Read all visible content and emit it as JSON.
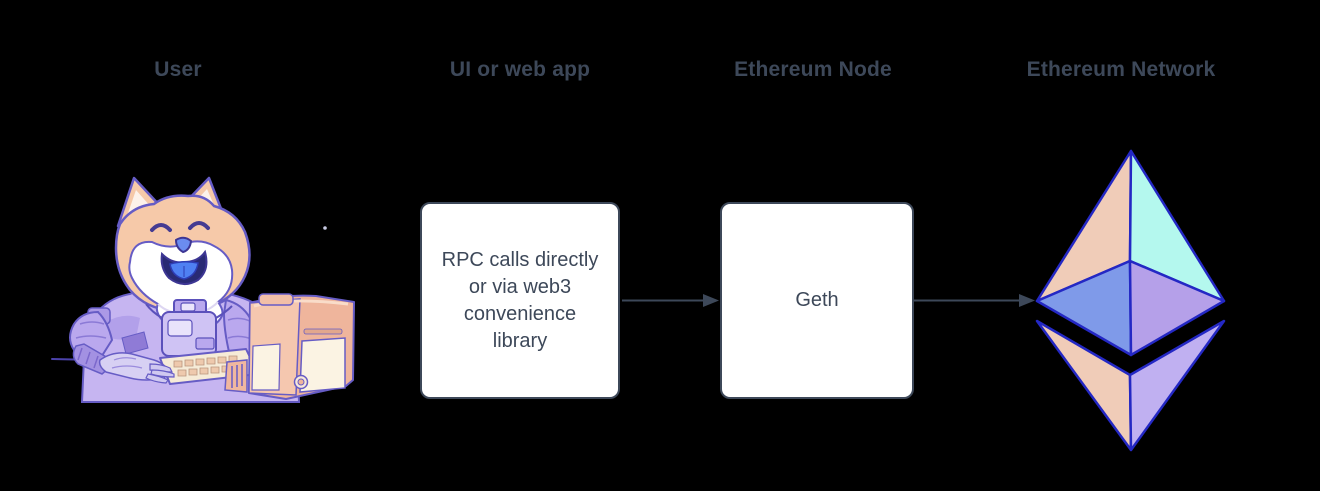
{
  "labels": {
    "user": "User",
    "webapp": "UI or web app",
    "node": "Ethereum Node",
    "network": "Ethereum Network"
  },
  "boxes": {
    "webapp": {
      "lines": [
        "RPC calls directly",
        "or via web3",
        "convenience",
        "library"
      ]
    },
    "node": {
      "label": "Geth"
    }
  },
  "icons": {
    "user": "doge-astronaut-at-computer-illustration",
    "network": "ethereum-octahedron-logo",
    "connectors": "right-arrow"
  },
  "colors": {
    "background": "#000000",
    "text": "#3d4859",
    "box_fill": "#ffffff",
    "box_border": "#3d4859",
    "arrow": "#3d4859",
    "eth_edge": "#2428c4",
    "eth_face_peach": "#f0ccb8",
    "eth_face_cyan": "#b4f8ee",
    "eth_face_blue": "#7f9ae9",
    "eth_face_purple": "#b5a0e9",
    "eth_face_lavender": "#c0b0f1",
    "doge_fur": "#f6c9a9",
    "doge_suit": "#c6b5f1",
    "doge_computer": "#efb59c"
  }
}
